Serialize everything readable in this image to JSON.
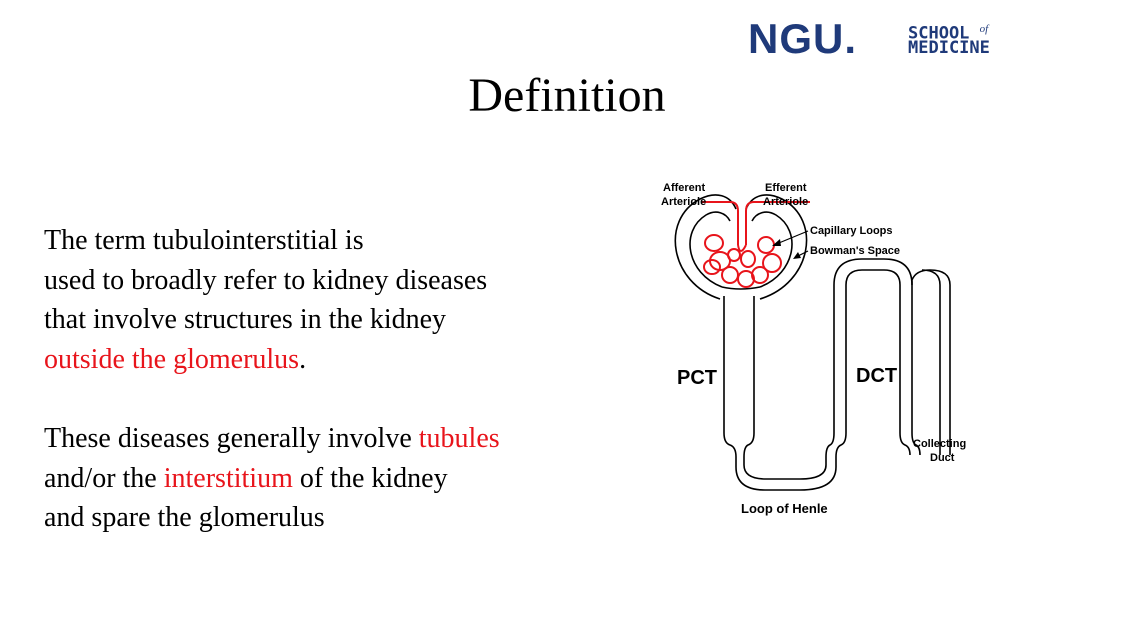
{
  "logo": {
    "main": "NGU.",
    "school": "SCHOOL",
    "of": "of",
    "medicine": "MEDICINE"
  },
  "title": "Definition",
  "paragraph1": {
    "line1": "The term tubulointerstitial is",
    "line2": "used to broadly refer to kidney diseases",
    "line3": "that involve structures in the kidney",
    "line4_red": "outside the glomerulus",
    "line4_end": "."
  },
  "paragraph2": {
    "line1_start": "These diseases generally involve ",
    "line1_red": "tubules",
    "line2_start": "and/or the ",
    "line2_red": "interstitium",
    "line2_end": " of the kidney",
    "line3": "and spare the glomerulus"
  },
  "diagram": {
    "afferent_1": "Afferent",
    "afferent_2": "Arteriole",
    "efferent_1": "Efferent",
    "efferent_2": "Arteriole",
    "capillary": "Capillary Loops",
    "bowmans": "Bowman's Space",
    "pct": "PCT",
    "dct": "DCT",
    "collecting_1": "Collecting",
    "collecting_2": "Duct",
    "loop": "Loop of Henle"
  },
  "colors": {
    "accent_red": "#e8141b",
    "brand_blue": "#1f3a7a"
  }
}
